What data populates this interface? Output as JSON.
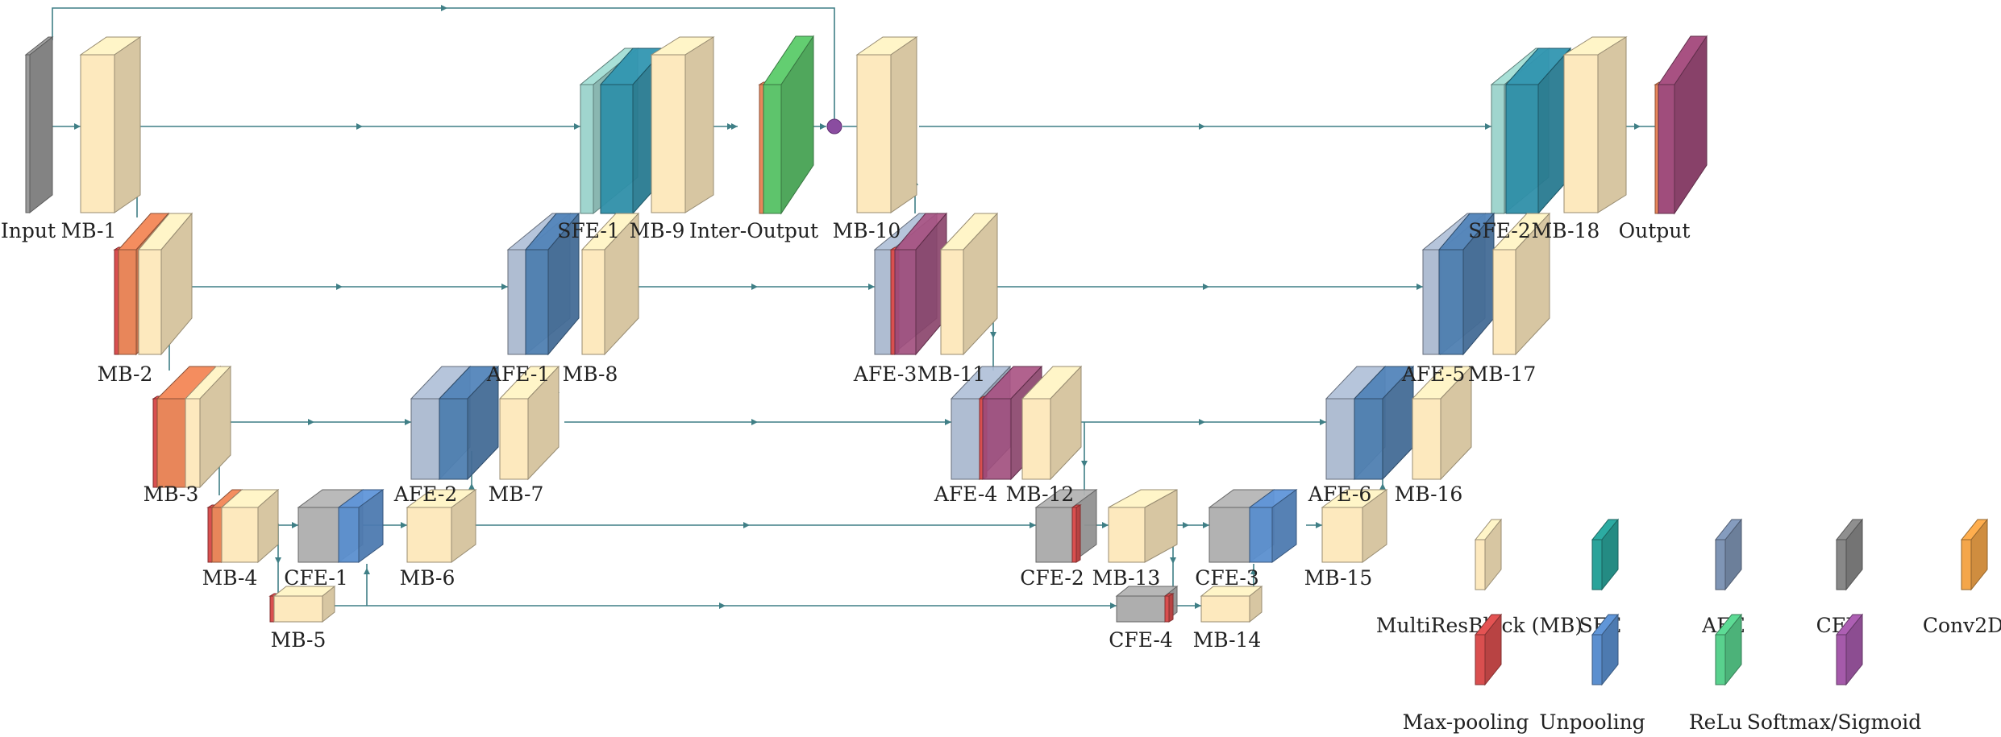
{
  "colors": {
    "mb": "#fde9be",
    "mb_edge": "#b9a679",
    "edge": "#3f7f86",
    "sfe_front": "#9bd3cb",
    "sfe_back": "#2f8fa9",
    "afe": "#a6b6cd",
    "cfe": "#aaaaaa",
    "conv": "#e8865a",
    "maxpool": "#d94f4f",
    "unpool": "#5b8fcf",
    "relu": "#66cc77",
    "softmax": "#a04d7c",
    "input": "#9a9a9a",
    "inter_output": "#5ec46c"
  },
  "blocks": [
    {
      "id": "input",
      "label": "Input"
    },
    {
      "id": "mb1",
      "label": "MB-1"
    },
    {
      "id": "mb2",
      "label": "MB-2"
    },
    {
      "id": "mb3",
      "label": "MB-3"
    },
    {
      "id": "mb4",
      "label": "MB-4"
    },
    {
      "id": "mb5",
      "label": "MB-5"
    },
    {
      "id": "cfe1",
      "label": "CFE-1"
    },
    {
      "id": "mb6",
      "label": "MB-6"
    },
    {
      "id": "afe2",
      "label": "AFE-2"
    },
    {
      "id": "mb7",
      "label": "MB-7"
    },
    {
      "id": "afe1",
      "label": "AFE-1"
    },
    {
      "id": "mb8",
      "label": "MB-8"
    },
    {
      "id": "sfe1",
      "label": "SFE-1"
    },
    {
      "id": "mb9",
      "label": "MB-9"
    },
    {
      "id": "inter",
      "label": "Inter-Output"
    },
    {
      "id": "mb10",
      "label": "MB-10"
    },
    {
      "id": "afe3",
      "label": "AFE-3"
    },
    {
      "id": "mb11",
      "label": "MB-11"
    },
    {
      "id": "afe4",
      "label": "AFE-4"
    },
    {
      "id": "mb12",
      "label": "MB-12"
    },
    {
      "id": "cfe2",
      "label": "CFE-2"
    },
    {
      "id": "mb13",
      "label": "MB-13"
    },
    {
      "id": "cfe4",
      "label": "CFE-4"
    },
    {
      "id": "mb14",
      "label": "MB-14"
    },
    {
      "id": "cfe3",
      "label": "CFE-3"
    },
    {
      "id": "mb15",
      "label": "MB-15"
    },
    {
      "id": "afe6",
      "label": "AFE-6"
    },
    {
      "id": "mb16",
      "label": "MB-16"
    },
    {
      "id": "afe5",
      "label": "AFE-5"
    },
    {
      "id": "mb17",
      "label": "MB-17"
    },
    {
      "id": "sfe2",
      "label": "SFE-2"
    },
    {
      "id": "mb18",
      "label": "MB-18"
    },
    {
      "id": "output",
      "label": "Output"
    }
  ],
  "legend": [
    {
      "key": "mb",
      "label": "MultiResBlock (MB)",
      "color": "#fde9be"
    },
    {
      "key": "sfe",
      "label": "SFE",
      "color": "#2aa39a"
    },
    {
      "key": "afe",
      "label": "AFE",
      "color": "#7f95b5"
    },
    {
      "key": "cfe",
      "label": "CFE",
      "color": "#888888"
    },
    {
      "key": "conv",
      "label": "Conv2D",
      "color": "#f4a64a"
    },
    {
      "key": "maxpool",
      "label": "Max-pooling",
      "color": "#d94f4f"
    },
    {
      "key": "unpool",
      "label": "Unpooling",
      "color": "#5b8fcf"
    },
    {
      "key": "relu",
      "label": "ReLu",
      "color": "#59d18e"
    },
    {
      "key": "softmax",
      "label": "Softmax/Sigmoid",
      "color": "#a55aaa"
    }
  ]
}
